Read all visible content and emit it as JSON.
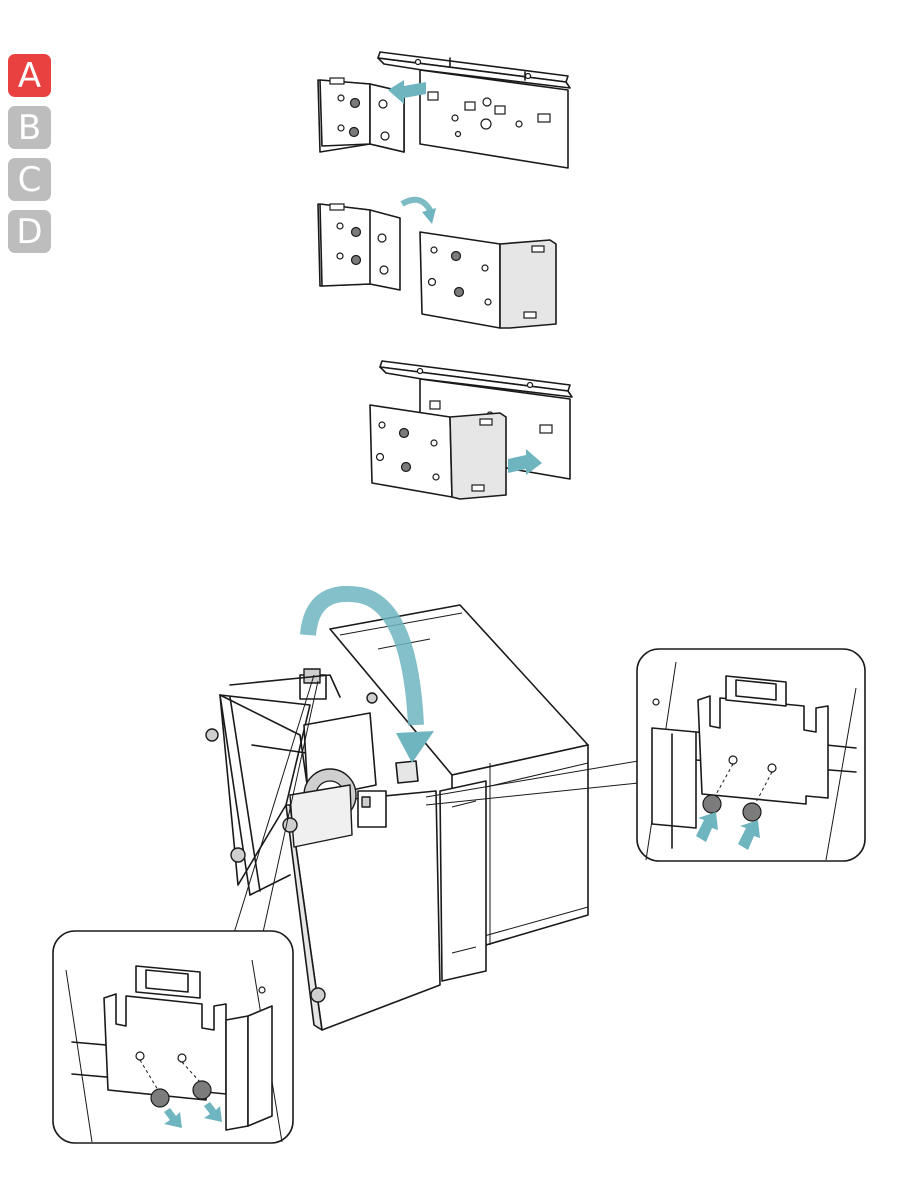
{
  "step_tabs": [
    {
      "label": "A",
      "active": true
    },
    {
      "label": "B",
      "active": false
    },
    {
      "label": "C",
      "active": false
    },
    {
      "label": "D",
      "active": false
    }
  ],
  "colors": {
    "active_tab": "#e8413f",
    "inactive_tab": "#bdbdbd",
    "arrow": "#6fb5bf",
    "line": "#1a1a1a"
  },
  "icons": [
    "arrow-left-icon",
    "rotate-arrow-icon",
    "arrow-right-icon",
    "curved-arrow-down-icon",
    "arrow-up-icon",
    "arrow-down-icon",
    "screw-icon"
  ]
}
